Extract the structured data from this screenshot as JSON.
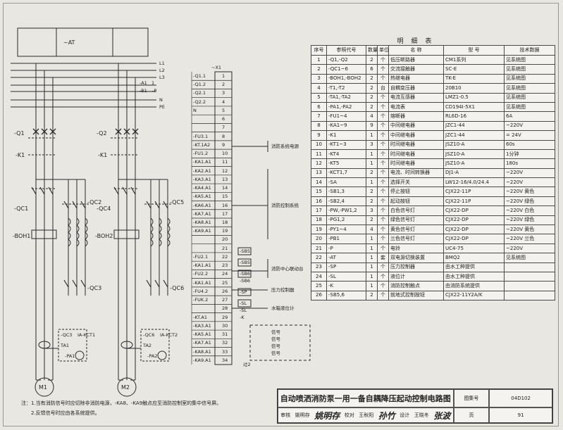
{
  "bom": {
    "caption": "明 细 表",
    "headers": [
      "序号",
      "参照代号",
      "数量",
      "单位",
      "名 称",
      "型 号",
      "技术数据"
    ],
    "rows": [
      [
        "1",
        "-Q1,-Q2",
        "2",
        "个",
        "低压断路器",
        "CM1系列",
        "见系统图"
      ],
      [
        "2",
        "-QC1~6",
        "6",
        "个",
        "交流接触器",
        "SC-E",
        "见系统图"
      ],
      [
        "3",
        "-BOH1,-BOH2",
        "2",
        "个",
        "热继电器",
        "TK-E",
        "见系统图"
      ],
      [
        "4",
        "-T1,-T2",
        "2",
        "台",
        "自耦变压器",
        "20B10",
        "见系统图"
      ],
      [
        "5",
        "-TA1,-TA2",
        "2",
        "个",
        "电流互感器",
        "LMZ1-0.5",
        "见系统图"
      ],
      [
        "6",
        "-PA1,-PA2",
        "2",
        "个",
        "电流表",
        "CD194I-5X1",
        "见系统图"
      ],
      [
        "7",
        "-FU1~4",
        "4",
        "个",
        "熔断器",
        "RL6D-16",
        "6A"
      ],
      [
        "8",
        "-KA1~9",
        "9",
        "个",
        "中间继电器",
        "JZC1-44",
        "~220V"
      ],
      [
        "9",
        "-K1",
        "1",
        "个",
        "中间继电器",
        "JZC1-44",
        "= 24V"
      ],
      [
        "10",
        "-KT1~3",
        "3",
        "个",
        "时间继电器",
        "JSZ10-A",
        "60s"
      ],
      [
        "11",
        "-KT4",
        "1",
        "个",
        "时间继电器",
        "JSZ10-A",
        "1分钟"
      ],
      [
        "12",
        "-KT5",
        "1",
        "个",
        "时间继电器",
        "JSZ10-A",
        "180s"
      ],
      [
        "13",
        "-KCT1,7",
        "2",
        "个",
        "电流、时间转换器",
        "DJ1-A",
        "~220V"
      ],
      [
        "14",
        "-SA",
        "1",
        "个",
        "选择开关",
        "LW12-16/4.0/24.4",
        "~220V"
      ],
      [
        "15",
        "-SB1,3",
        "2",
        "个",
        "停止按钮",
        "CJX22-11P",
        "~220V 黄色"
      ],
      [
        "16",
        "-SB2,4",
        "2",
        "个",
        "起动按钮",
        "CJX22-11P",
        "~220V 绿色"
      ],
      [
        "17",
        "-PW,-PW1,2",
        "3",
        "个",
        "白色信号灯",
        "CJX22-DP",
        "~220V 白色"
      ],
      [
        "18",
        "-PG1,2",
        "2",
        "个",
        "绿色信号灯",
        "CJX22-DP",
        "~220V 绿色"
      ],
      [
        "19",
        "-PY1~4",
        "4",
        "个",
        "黄色信号灯",
        "CJX22-DP",
        "~220V 黄色"
      ],
      [
        "20",
        "-PB1",
        "1",
        "个",
        "兰色信号灯",
        "CJX22-DP",
        "~220V 兰色"
      ],
      [
        "21",
        "-P",
        "1",
        "个",
        "电铃",
        "UC4-75",
        "~220V"
      ],
      [
        "22",
        "-AT",
        "1",
        "套",
        "双电源切换装置",
        "BMQ2",
        "见系统图"
      ],
      [
        "23",
        "-SP",
        "1",
        "个",
        "压力控制器",
        "由水工种提供",
        ""
      ],
      [
        "24",
        "-SL",
        "1",
        "个",
        "液位计",
        "由水工种提供",
        ""
      ],
      [
        "25",
        "-K",
        "1",
        "个",
        "消防控制触点",
        "由消防系统提供",
        ""
      ],
      [
        "26",
        "-SB5,6",
        "2",
        "个",
        "就地式控制按钮",
        "CJX22-11Y2A/K",
        ""
      ]
    ]
  },
  "schematic": {
    "bus_top": "~AT",
    "lines": [
      "L1",
      "L2",
      "L3",
      "N",
      "PE"
    ],
    "line_marks": [
      "-A1",
      "1",
      "-B1",
      "-P"
    ],
    "left": {
      "q": "-Q1",
      "k": "-K1",
      "qc1": "-QC1",
      "qc2": "-QC2",
      "boh": "-BOH1",
      "qc3": "-QC3",
      "qc3b": "-QC3",
      "kct": "IA-KCT1",
      "ta": "TA1",
      "pa": "-PA1",
      "motor": "M1"
    },
    "right": {
      "q": "-Q2",
      "k": "-K1",
      "qc4": "-QC4",
      "qc5": "-QC5",
      "boh": "-BOH2",
      "qc6": "-QC6",
      "qc6b": "-QC6",
      "kct": "IA-KCT2",
      "ta": "TA2",
      "pa": "-PA2",
      "motor": "M2"
    },
    "terminal": {
      "header": "~X1",
      "left_labels": [
        "-Q1.1",
        "-Q1.2",
        "-Q2.1",
        "-Q2.2",
        "N",
        "",
        "",
        "-FU3.1",
        "-KT.1A2",
        "-FU1.2",
        "-KA1.A1",
        "-KA2.A1",
        "-KA3.A1",
        "-KA4.A1",
        "-KA5.A1",
        "-KA6.A1",
        "-KA7.A1",
        "-KA8.A1",
        "-KA9.A1",
        "",
        "",
        "-FU2.1",
        "-KA1.A1",
        "-FU2.2",
        "-KA1.A1",
        "-FU4.2",
        "-FUK.2",
        "",
        "-KT.A1",
        "-KA3.A1",
        "-KA5.A1",
        "-KA7.A1",
        "-KA8.A1",
        "-KA9.A1"
      ],
      "numbers": [
        "1",
        "2",
        "3",
        "4",
        "5",
        "6",
        "7",
        "8",
        "9",
        "10",
        "11",
        "12",
        "13",
        "14",
        "15",
        "16",
        "17",
        "18",
        "19",
        "20",
        "21",
        "22",
        "23",
        "24",
        "25",
        "26",
        "27",
        "28",
        "29",
        "30",
        "31",
        "32",
        "33",
        "34"
      ],
      "mid_labels": [
        "-SB5",
        "-SB5",
        "-SB6",
        "-SB6",
        "-SP",
        "-SL",
        "-SL",
        "-K"
      ],
      "right_labels": [
        "消防系统电源",
        "消防控制系统",
        "消防中心联动台",
        "压力控制器",
        "水箱液位计",
        "信号",
        "信号",
        "信号",
        "信号"
      ],
      "box_label": "过2"
    }
  },
  "notes": [
    "注：1.当有消防信号时应切除非消防电源，-KA8、-KA9触点应至消防控制室的集中信号屏。",
    "2.反馈信号时应由各系统提供。"
  ],
  "title_block": {
    "title": "自动喷洒消防泵一用一备自耦降压起动控制电路图",
    "fig_label": "图集号",
    "fig_no": "04D102",
    "review_label": "审核",
    "review_name": "姚明存",
    "review_sign": "姚明存",
    "check_label": "校对",
    "check_name": "王秋阳",
    "check_sign": "孙竹",
    "design_label": "设计",
    "design_name": "王晓冬",
    "design_sign": "张波",
    "page_label": "页",
    "page_no": "91"
  }
}
